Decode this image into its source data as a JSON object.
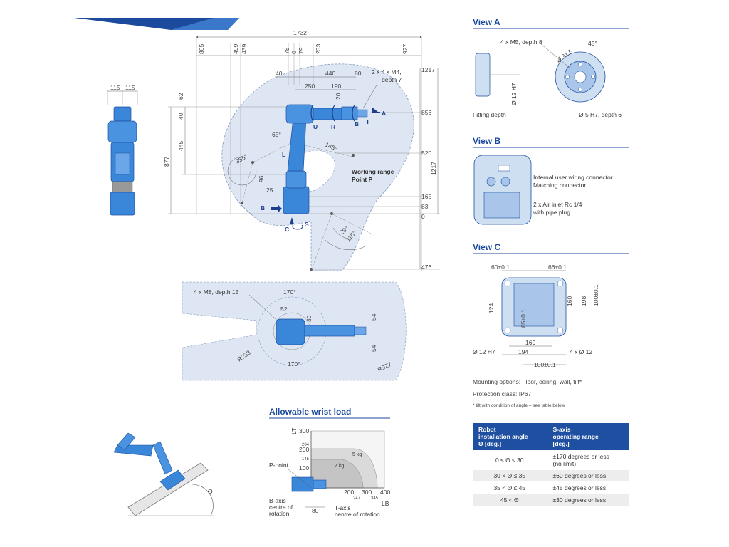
{
  "colors": {
    "accent": "#1c4a9c",
    "robot": "#3a86d8",
    "workrange": "#dde6f2",
    "table_header": "#1f4fa0"
  },
  "side_view": {
    "dims_top": [
      "1732",
      "805",
      "499",
      "439",
      "78",
      "0",
      "79",
      "233",
      "927"
    ],
    "dims_upper": [
      "40",
      "440",
      "80",
      "250",
      "190",
      "20"
    ],
    "dims_left": [
      "62",
      "40",
      "445",
      "877"
    ],
    "dims_right": [
      "1217",
      "856",
      "520",
      "1217",
      "165",
      "83",
      "0",
      "476"
    ],
    "dims_inner": [
      "96",
      "25"
    ],
    "angles": [
      "65°",
      "145°",
      "355°",
      "29°",
      "116°"
    ],
    "wrist_mount_note": [
      "2 x 4 x M4,",
      "depth 7"
    ],
    "axes": [
      "U",
      "R",
      "B",
      "T",
      "L",
      "B",
      "A",
      "S",
      "C"
    ],
    "working_range_label": [
      "Working range",
      "Point P"
    ]
  },
  "front_view": {
    "dims": [
      "115",
      "115"
    ]
  },
  "top_view": {
    "mount_note": "4 x M8, depth 15",
    "angles": [
      "170°",
      "170°"
    ],
    "dims": [
      "52",
      "80",
      "54",
      "54"
    ],
    "radii": [
      "R233",
      "R927"
    ]
  },
  "view_a": {
    "title": "View A",
    "labels": [
      "4 x M5, depth 8",
      "Fitting depth",
      "Ø 12 H7",
      "Ø 5 H7, depth 6",
      "Ø 31.5",
      "45°"
    ]
  },
  "view_b": {
    "title": "View B",
    "labels": [
      "Internal user wiring connector",
      "Matching connector",
      "2 x Air inlet Rc 1/4",
      "with pipe plug"
    ]
  },
  "view_c": {
    "title": "View C",
    "dims": [
      "60±0.1",
      "66±0.1",
      "124",
      "160",
      "198",
      "100±0.1",
      "85±0.1",
      "160",
      "194",
      "100±0.1"
    ],
    "labels": [
      "Ø 12 H7",
      "4 x Ø 12"
    ]
  },
  "info": {
    "mounting": "Mounting options: Floor, ceiling, wall, tilt*",
    "protection": "Protection class: IP67",
    "footnote": "* tilt with condition of angle – see table below"
  },
  "wrist_load": {
    "title": "Allowable wrist load",
    "lt_label": "LT",
    "lb_label": "LB",
    "y_ticks": [
      "300",
      "200",
      "100"
    ],
    "y_minor": [
      "204",
      "145"
    ],
    "x_ticks": [
      "200",
      "300",
      "400"
    ],
    "x_minor": [
      "247",
      "345"
    ],
    "loads": [
      "5 kg",
      "7 kg"
    ],
    "labels": [
      "P-point",
      "B-axis",
      "centre of",
      "rotation",
      "T-axis",
      "centre of rotation",
      "80"
    ]
  },
  "tilt_illustration": {
    "angle_label": "Θ"
  },
  "table": {
    "headers": [
      "Robot\ninstallation angle\nΘ [deg.]",
      "S-axis\noperating range\n[deg.]"
    ],
    "rows": [
      {
        "angle": "0 ≤ Θ ≤ 30",
        "range": "±170 degrees or less\n(no limit)"
      },
      {
        "angle": "30 < Θ ≤ 35",
        "range": "±60 degrees or less"
      },
      {
        "angle": "35 < Θ ≤ 45",
        "range": "±45 degrees or less"
      },
      {
        "angle": "45 < Θ",
        "range": "±30 degrees or less"
      }
    ]
  }
}
